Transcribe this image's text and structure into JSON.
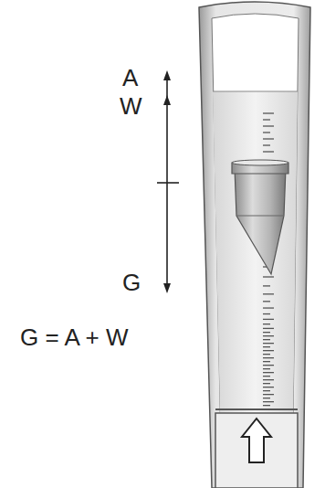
{
  "diagram": {
    "labels": [
      "A",
      "W",
      "G",
      "G = A + W"
    ]
  }
}
